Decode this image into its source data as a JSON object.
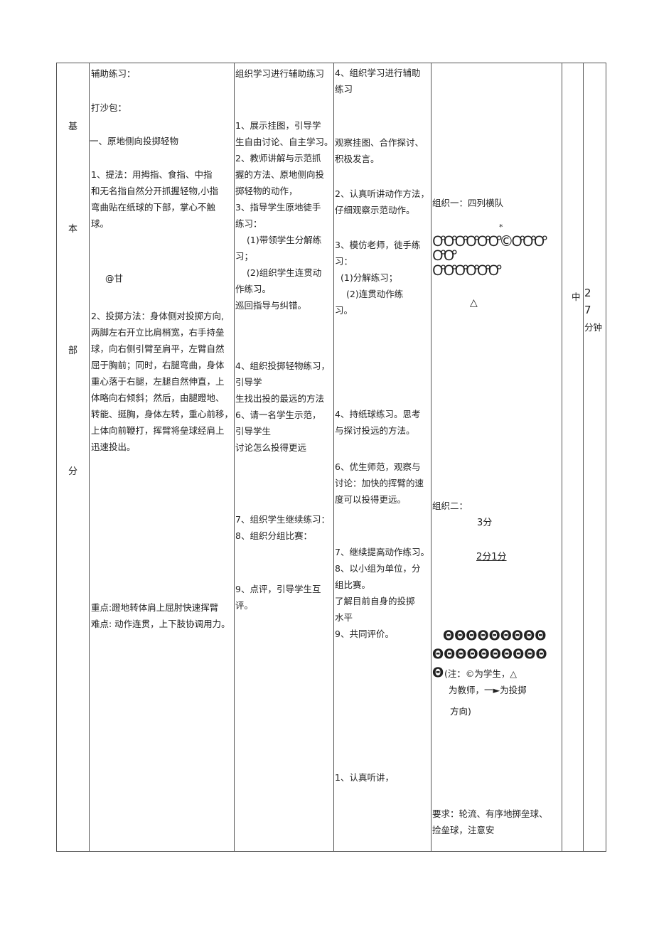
{
  "section": [
    "基",
    "本",
    "部",
    "分"
  ],
  "content": {
    "title": "辅助练习：",
    "sub": "打沙包：",
    "item1": "一、原地侧向投掷轻物",
    "grip": [
      "1、提法：用拇指、食指、中指",
      "和无名指自然分开抓握轻物,小指",
      "弯曲贴在纸球的下部，掌心不触",
      "球。"
    ],
    "symbol": "@甘",
    "throw": [
      "2、投掷方法：身体侧对投掷方向,",
      "两脚左右开立比肩梢宽，右手持垒",
      "球，向右侧引臂至肩平，左臂自然",
      "屈于胸前；同时，右腿弯曲，身体",
      "重心落于右腿，左腿自然伸直，上",
      "体略向右倾斜；然后，由腿蹬地、",
      "转能、挺胸，身体左转，重心前移，",
      "上体向前鞭打，挥臂将垒球经肩上",
      "迅速投出。"
    ],
    "key": "重点:蹬地转体肩上屈肘快速挥臂",
    "difficulty": "难点: 动作连贯，上下肢协调用力。"
  },
  "teacher": {
    "heading": "组织学习进行辅助练习",
    "s1": [
      "1、展示挂图，引导学",
      "生自由讨论、自主学习。"
    ],
    "s2": [
      "2、教师讲解与示范抓",
      "握的方法、原地侧向投",
      "掷轻物的动作，"
    ],
    "s3": [
      "3、指导学生原地徒手",
      "练习："
    ],
    "s3a": [
      "(1)带领学生分解练",
      "习；"
    ],
    "s3b": [
      "(2)组织学生连贯动",
      "作练习。"
    ],
    "s3c": "巡回指导与纠错。",
    "s4": [
      "4、组织投掷轻物练习，",
      "引导学",
      "生找出投的最远的方法"
    ],
    "s6": [
      "6、请一名学生示范，",
      "引导学生",
      "讨论怎么投得更远"
    ],
    "s7": "7、组织学生继续练习：",
    "s8": "8、组织分组比赛：",
    "s9": [
      "9、点评，引导学生互",
      "评。"
    ]
  },
  "student": {
    "heading": [
      "4、组织学习进行辅助",
      "练习"
    ],
    "s1": [
      "观察挂图、合作探讨、",
      "积极发言。"
    ],
    "s2": [
      "2、认真听讲动作方法，",
      "仔细观察示范动作。"
    ],
    "s3": [
      "3、模仿老师，徒手练",
      "习："
    ],
    "s3a": "(1)分解练习；",
    "s3b": [
      "(2)连贯动作练",
      "习。"
    ],
    "s4": [
      "4、持纸球练习。思考",
      "与探讨投远的方法。"
    ],
    "s6": [
      "6、优生师范，观察与",
      "讨论：加快的挥臂的速",
      "度可以投得更远。"
    ],
    "s7": "7、继续提高动作练习。",
    "s8": [
      "8、以小组为单位，分",
      "组比赛。"
    ],
    "s8b": [
      "了解目前自身的投掷",
      "水平"
    ],
    "s9": "9、共同评价。",
    "s1b": "1、认真听讲，"
  },
  "org": {
    "org1": "组织一：四列横队",
    "star": "*",
    "row1": "ꝌꝌꝌꝌꝌꝌ©ꝌꝌꝌ",
    "row2": "ꝌꝌ",
    "row3": "ꝌꝌꝌꝌꝌꝌ",
    "triangle": "△",
    "org2": "组织二：",
    "d1": "3分",
    "d2": "2分1分",
    "theta1": "ΘΘΘΘΘΘΘΘΘ",
    "theta2": "ΘΘΘΘΘΘΘΘΘΘ",
    "theta3": "Θ",
    "note1": "(注：©为学生，△",
    "note2": "为教师，一►为投掷",
    "note3": "方向)",
    "req": [
      "要求：轮流、有序地掷垒球、",
      "捡垒球，注意安"
    ]
  },
  "intensity": "中",
  "time": [
    "2",
    "7",
    "分钟"
  ]
}
